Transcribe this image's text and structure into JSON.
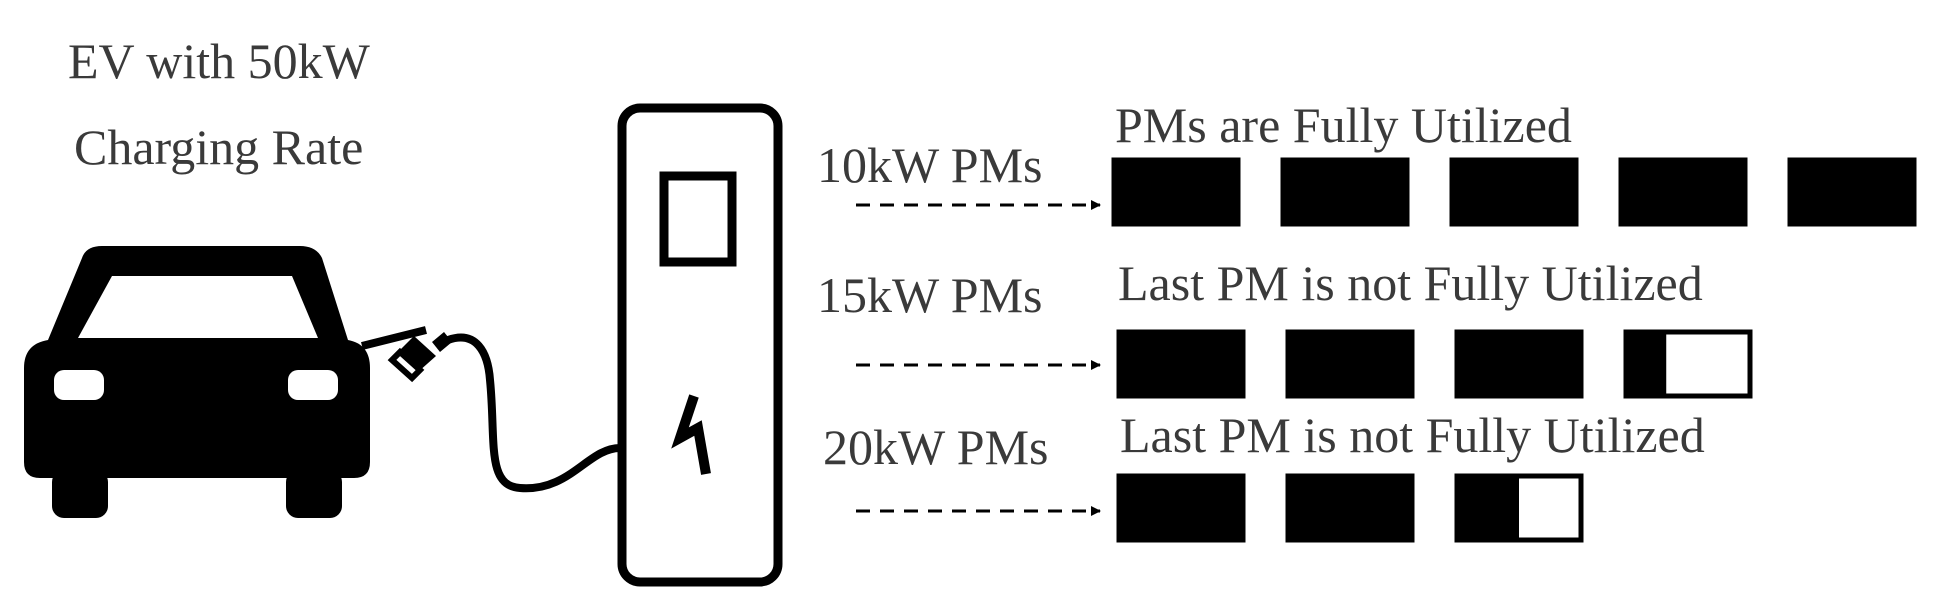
{
  "vehicle": {
    "title_line1": "EV with 50kW",
    "title_line2": "Charging Rate"
  },
  "rows": [
    {
      "label": "10kW PMs",
      "status": "PMs are Fully Utilized",
      "modules": [
        1,
        1,
        1,
        1,
        1
      ]
    },
    {
      "label": "15kW PMs",
      "status": "Last PM is not Fully Utilized",
      "modules": [
        1,
        1,
        1,
        0.33
      ]
    },
    {
      "label": "20kW PMs",
      "status": "Last PM is not Fully Utilized",
      "modules": [
        1,
        1,
        0.5
      ]
    }
  ],
  "colors": {
    "fill": "#000000",
    "text": "#3a3a3a",
    "background": "#ffffff"
  },
  "icons": [
    "car-icon",
    "charging-station-icon",
    "lightning-bolt-icon",
    "charging-plug-icon"
  ]
}
